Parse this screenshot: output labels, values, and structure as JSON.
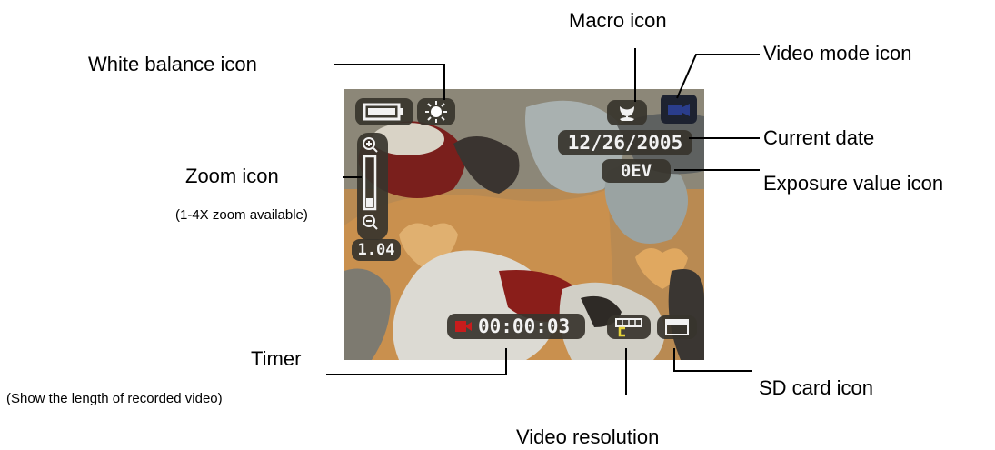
{
  "labels": {
    "macro": "Macro icon",
    "white_balance": "White balance icon",
    "video_mode": "Video mode icon",
    "current_date": "Current date",
    "zoom": "Zoom icon",
    "zoom_note": "(1-4X zoom available)",
    "exposure": "Exposure value icon",
    "timer": "Timer",
    "timer_note": "(Show the length of recorded video)",
    "sd_card": "SD card icon",
    "video_resolution": "Video resolution"
  },
  "screen": {
    "date": "12/26/2005",
    "ev": "0EV",
    "zoom_level": "1.04",
    "timer": "00:00:03"
  },
  "icons": [
    "battery-icon",
    "white-balance-sun-icon",
    "macro-tulip-icon",
    "video-mode-icon",
    "zoom-in-icon",
    "zoom-out-icon",
    "record-icon",
    "video-resolution-icon",
    "sd-card-icon"
  ]
}
